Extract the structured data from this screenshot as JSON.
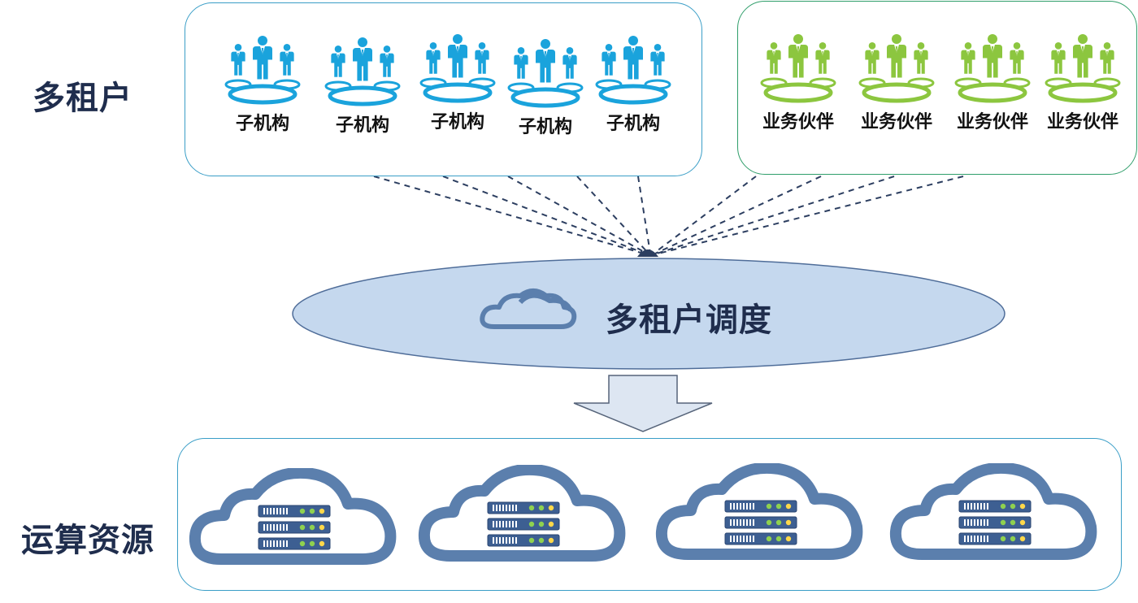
{
  "tenants_label": "多租户",
  "resources_label": "运算资源",
  "scheduler_title": "多租户调度",
  "sub_orgs": [
    {
      "label": "子机构"
    },
    {
      "label": "子机构"
    },
    {
      "label": "子机构"
    },
    {
      "label": "子机构"
    },
    {
      "label": "子机构"
    }
  ],
  "partners": [
    {
      "label": "业务伙伴"
    },
    {
      "label": "业务伙伴"
    },
    {
      "label": "业务伙伴"
    },
    {
      "label": "业务伙伴"
    }
  ],
  "server_clouds": [
    {
      "icon": "server-cloud-icon"
    },
    {
      "icon": "server-cloud-icon"
    },
    {
      "icon": "server-cloud-icon"
    },
    {
      "icon": "server-cloud-icon"
    }
  ],
  "colors": {
    "sub_org_people": "#1aa3dc",
    "partner_people": "#8cc63f",
    "ellipse_fill": "#c5d8ee",
    "cloud_stroke": "#5b7fad",
    "dashed_lines": "#2c3e60"
  }
}
